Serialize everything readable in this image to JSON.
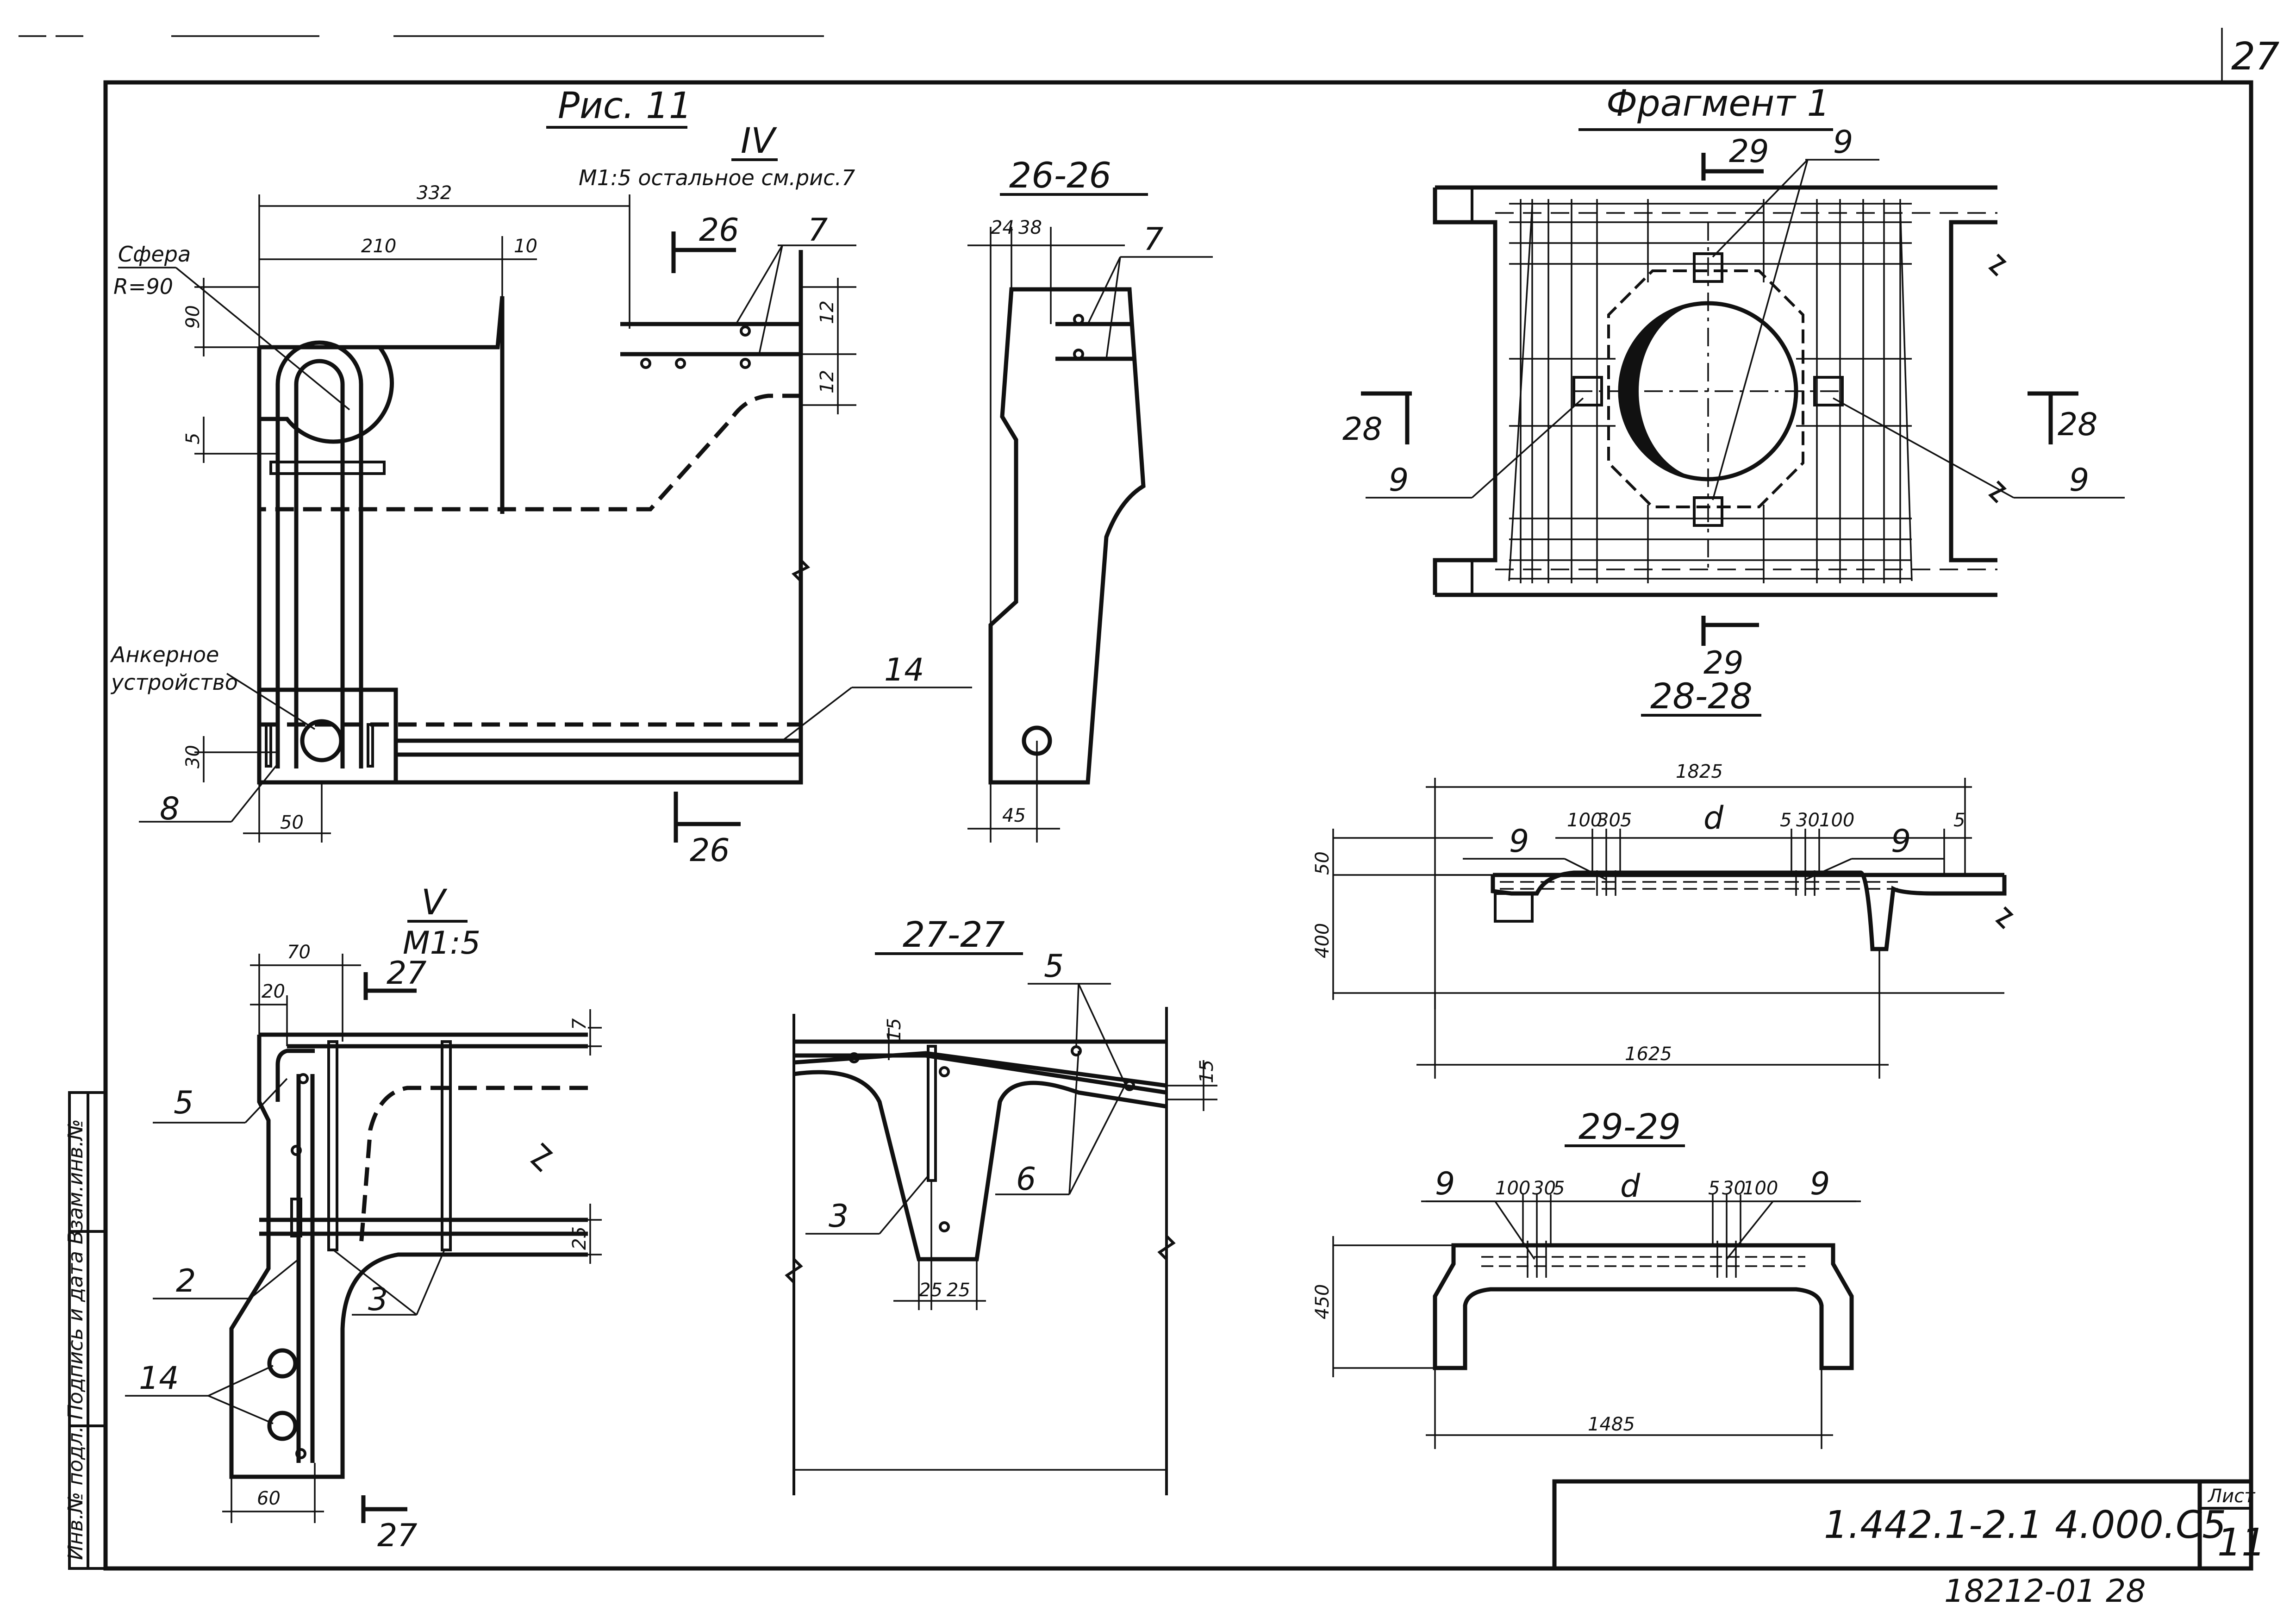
{
  "sheet": {
    "page_number": "27",
    "bottom_code": "18212-01 28",
    "title_block_code": "1.442.1-2.1 4.000.С5",
    "sheet_label": "Лист",
    "sheet_number": "11",
    "side_stamp": "Инв.№ подл. Подпись и дата Взам.инв.№"
  },
  "fig11": {
    "title": "Рис. 11",
    "view_iv": {
      "roman": "IV",
      "note": "М1:5 остальное см.рис.7",
      "sphere_label": "Сфера",
      "sphere_radius": "R=90",
      "anchor_label_1": "Анкерное",
      "anchor_label_2": "устройство",
      "dims": {
        "d332": "332",
        "d210": "210",
        "d10": "10",
        "d90": "90",
        "d5": "5",
        "d30": "30",
        "d50": "50",
        "d12a": "12",
        "d12b": "12"
      },
      "cut_labels": {
        "top": "26",
        "bottom": "26"
      },
      "positions": {
        "p7": "7",
        "p14": "14",
        "p8": "8"
      }
    },
    "section_26": {
      "title": "26-26",
      "dims": {
        "d24": "24",
        "d38": "38",
        "d45": "45"
      },
      "positions": {
        "p7": "7"
      }
    },
    "view_v": {
      "roman": "V",
      "scale": "М1:5",
      "dims": {
        "d70": "70",
        "d20": "20",
        "d60": "60",
        "d7": "7",
        "d25": "25"
      },
      "cut_labels": {
        "top": "27",
        "bottom": "27"
      },
      "positions": {
        "p5": "5",
        "p2": "2",
        "p3": "3",
        "p14": "14"
      }
    },
    "section_27": {
      "title": "27-27",
      "dims": {
        "d15a": "15",
        "d15b": "15",
        "d25a": "25",
        "d25b": "25"
      },
      "positions": {
        "p5": "5",
        "p3": "3",
        "p6": "6"
      }
    }
  },
  "fragment1": {
    "title": "Фрагмент 1",
    "cut_labels": {
      "top": "29",
      "bottom": "29",
      "left": "28",
      "right": "28"
    },
    "positions": {
      "p9_top": "9",
      "p9_left": "9",
      "p9_right": "9"
    }
  },
  "section_28": {
    "title": "28-28",
    "dims": {
      "d1825": "1825",
      "d1625": "1625",
      "d50": "50",
      "d400": "400",
      "d100a": "100",
      "d30a": "30",
      "d5a": "5",
      "d_mid": "d",
      "d5b": "5",
      "d30b": "30",
      "d100b": "100",
      "d5c": "5"
    },
    "positions": {
      "p9_left": "9",
      "p9_right": "9"
    }
  },
  "section_29": {
    "title": "29-29",
    "dims": {
      "d1485": "1485",
      "d450": "450",
      "d100a": "100",
      "d30a": "30",
      "d5a": "5",
      "d_mid": "d",
      "d5b": "5",
      "d30b": "30",
      "d100b": "100"
    },
    "positions": {
      "p9_left": "9",
      "p9_right": "9"
    }
  }
}
